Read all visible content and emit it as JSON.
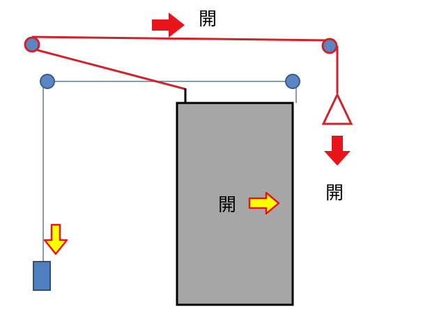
{
  "labels": {
    "top": "開",
    "right": "開",
    "door": "開"
  },
  "colors": {
    "cable_red": "#d0222a",
    "cable_blue": "#5b7c9c",
    "pulley_blue": "#5b86c4",
    "pulley_outline": "#3a5a8c",
    "door_fill": "#a6a6a6",
    "door_stroke": "#000000",
    "arrow_red": "#e8141b",
    "arrow_yellow": "#ffff00",
    "arrow_outline": "#e8141b",
    "counterweight_fill": "#4f7fbf",
    "counterweight_stroke": "#2f4f7f"
  },
  "icons": {
    "top_arrow": "arrow-right-icon",
    "right_arrow": "arrow-down-icon",
    "door_arrow": "arrow-right-icon",
    "weight_arrow": "arrow-down-icon"
  }
}
